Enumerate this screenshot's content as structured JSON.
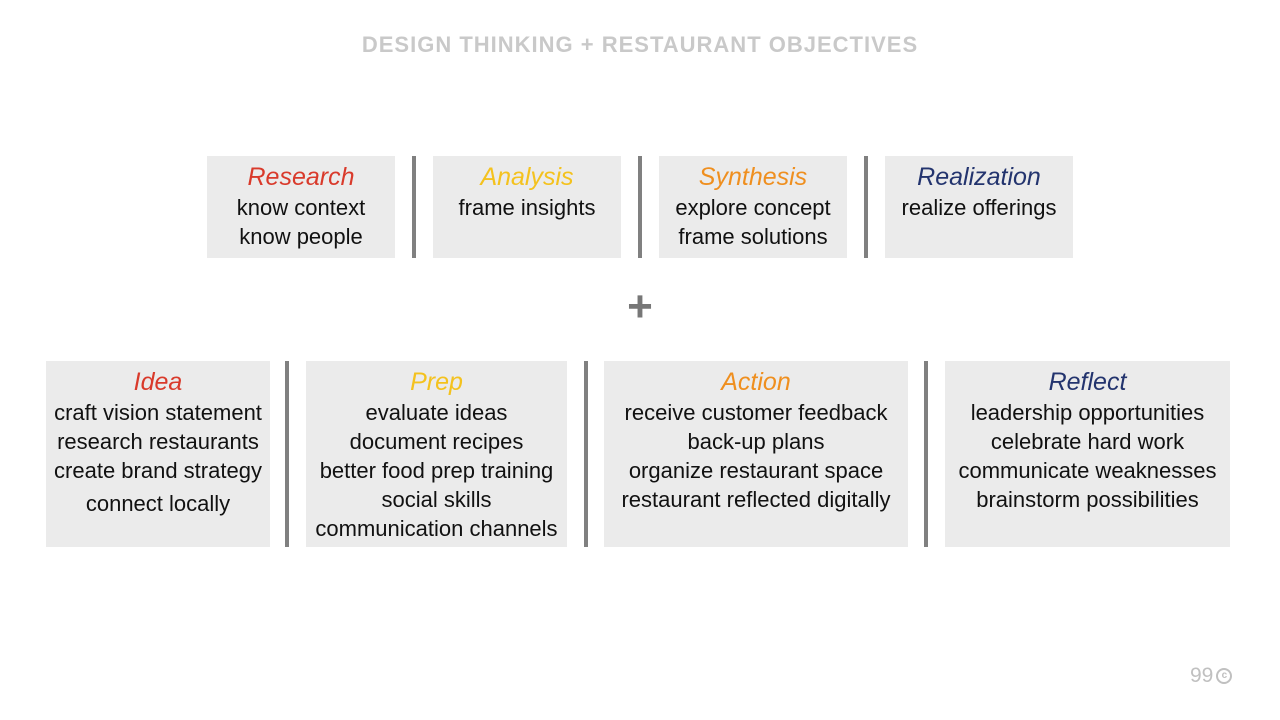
{
  "title": "DESIGN THINKING + RESTAURANT OBJECTIVES",
  "colors": {
    "red": "#d93a2b",
    "yellow": "#f4c21e",
    "orange": "#ef8f1f",
    "navy": "#23346e"
  },
  "top_row": [
    {
      "heading": "Research",
      "color": "#d93a2b",
      "lines": [
        "know context",
        "know people"
      ]
    },
    {
      "heading": "Analysis",
      "color": "#f4c21e",
      "lines": [
        "frame insights"
      ]
    },
    {
      "heading": "Synthesis",
      "color": "#ef8f1f",
      "lines": [
        "explore concept",
        "frame solutions"
      ]
    },
    {
      "heading": "Realization",
      "color": "#23346e",
      "lines": [
        "realize offerings"
      ]
    }
  ],
  "plus_symbol": "+",
  "bottom_row": [
    {
      "heading": "Idea",
      "color": "#d93a2b",
      "lines": [
        "craft vision statement",
        "research restaurants",
        "create brand strategy",
        "connect locally"
      ]
    },
    {
      "heading": "Prep",
      "color": "#f4c21e",
      "lines": [
        "evaluate ideas",
        "document recipes",
        "better food prep training",
        "social skills",
        "communication channels"
      ]
    },
    {
      "heading": "Action",
      "color": "#ef8f1f",
      "lines": [
        "receive customer feedback",
        "back-up plans",
        "organize restaurant space",
        "restaurant reflected digitally"
      ]
    },
    {
      "heading": "Reflect",
      "color": "#23346e",
      "lines": [
        "leadership opportunities",
        "celebrate hard work",
        "communicate weaknesses",
        "brainstorm possibilities"
      ]
    }
  ],
  "footer": {
    "page_number": "99",
    "icon": "copyright-icon",
    "icon_glyph": "c"
  }
}
